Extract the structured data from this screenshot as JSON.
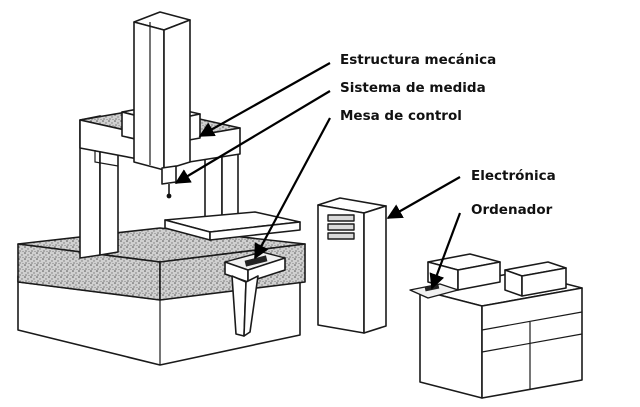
{
  "labels": {
    "estructura": "Estructura mecánica",
    "sistema": "Sistema de medida",
    "mesa": "Mesa de control",
    "electronica": "Electrónica",
    "ordenador": "Ordenador"
  },
  "colors": {
    "ink": "#111111",
    "granite": "#9a9a9a",
    "paper": "#ffffff"
  }
}
